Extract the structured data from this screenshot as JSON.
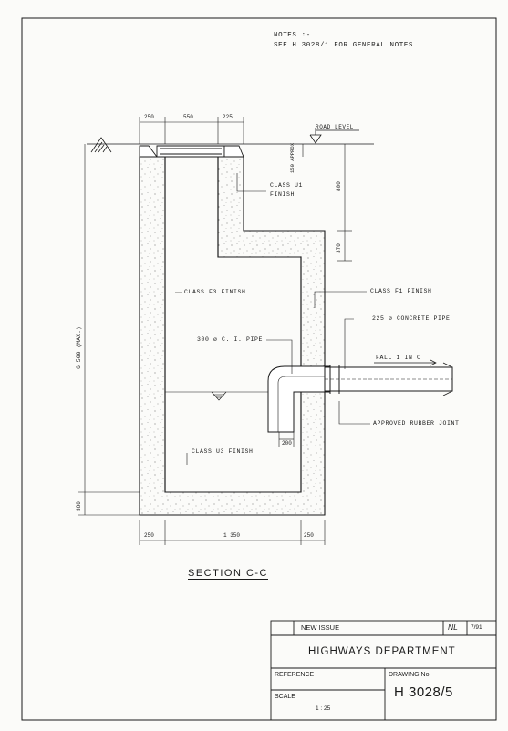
{
  "notes": {
    "heading": "NOTES :-",
    "text": "SEE H 3028/1 FOR GENERAL NOTES"
  },
  "dimensions": {
    "top_widths": [
      "250",
      "550",
      "225"
    ],
    "bottom_widths": [
      "250",
      "1 350",
      "250"
    ],
    "approx": "150 APPROX",
    "v_800": "800",
    "v_370": "370",
    "overall_depth": "6 500 (MAX.)",
    "base": "380",
    "pipe_drop": "200"
  },
  "labels": {
    "road_level": "ROAD LEVEL",
    "class_u1": [
      "CLASS U1",
      "FINISH"
    ],
    "class_f3": "CLASS F3 FINISH",
    "class_f1": "CLASS F1 FINISH",
    "concrete_pipe": "225 ø CONCRETE PIPE",
    "ci_pipe": "300 ø C. I. PIPE",
    "fall": "FALL 1 IN C",
    "rubber_joint": "APPROVED RUBBER JOINT",
    "class_u3": "CLASS U3 FINISH"
  },
  "section_title": "SECTION C-C",
  "title_block": {
    "revision_text": "NEW ISSUE",
    "revision_initials": "NL",
    "revision_date": "7/91",
    "department": "HIGHWAYS DEPARTMENT",
    "reference_label": "REFERENCE",
    "drawing_no_label": "DRAWING No.",
    "scale_label": "SCALE",
    "scale_value": "1 : 25",
    "drawing_no": "H 3028/5"
  },
  "colors": {
    "ink": "#1a1a1a",
    "paper": "#fbfbf9",
    "concrete": "#ffffff"
  }
}
